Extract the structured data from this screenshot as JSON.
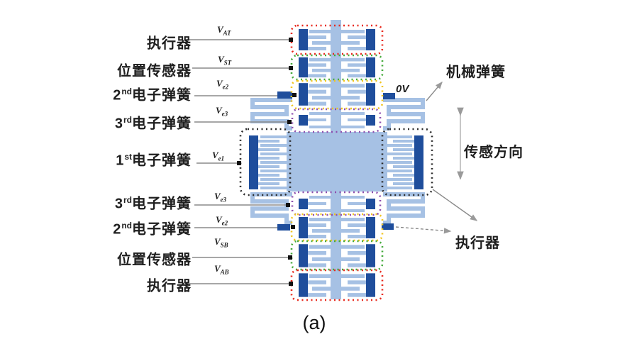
{
  "colors": {
    "light": "#a6c1e4",
    "dark": "#1f4e9c",
    "outline_red": "#e8291d",
    "outline_green": "#43a93a",
    "outline_yellow": "#f2c51d",
    "outline_purple": "#8e4fae",
    "outline_black": "#2d2d2d",
    "leader": "#8a8a8a"
  },
  "left_rows": [
    {
      "pre": "",
      "sup": "",
      "text": "执行器",
      "v": "V",
      "vsub": "AT"
    },
    {
      "pre": "",
      "sup": "",
      "text": "位置传感器",
      "v": "V",
      "vsub": "ST"
    },
    {
      "pre": "2",
      "sup": "nd",
      "text": "电子弹簧",
      "v": "V",
      "vsub": "e2"
    },
    {
      "pre": "3",
      "sup": "rd",
      "text": "电子弹簧",
      "v": "V",
      "vsub": "e3"
    },
    {
      "pre": "1",
      "sup": "st",
      "text": "电子弹簧",
      "v": "V",
      "vsub": "e1"
    },
    {
      "pre": "3",
      "sup": "rd",
      "text": "电子弹簧",
      "v": "V",
      "vsub": "e3"
    },
    {
      "pre": "2",
      "sup": "nd",
      "text": "电子弹簧",
      "v": "V",
      "vsub": "e2"
    },
    {
      "pre": "",
      "sup": "",
      "text": "位置传感器",
      "v": "V",
      "vsub": "SB"
    },
    {
      "pre": "",
      "sup": "",
      "text": "执行器",
      "v": "V",
      "vsub": "AB"
    }
  ],
  "right_labels": {
    "mechanical_spring": "机械弹簧",
    "zero_volt": "0V",
    "sense_direction": "传感方向",
    "actuator": "执行器"
  },
  "caption": "(a)"
}
